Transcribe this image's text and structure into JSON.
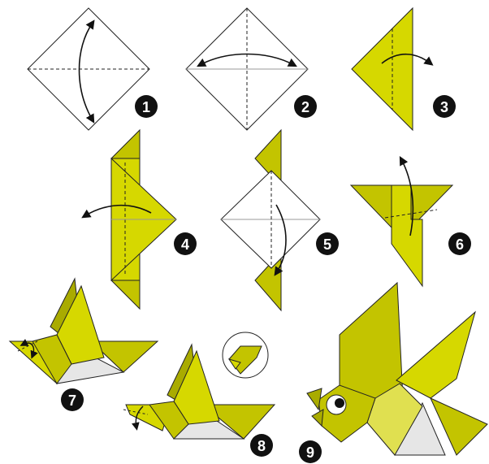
{
  "colors": {
    "paper_light": "#d6d800",
    "paper_mid": "#c3c400",
    "paper_dark": "#a9ab00",
    "paper_white": "#ffffff",
    "paper_grey": "#e6e6e6",
    "outline": "#222222",
    "badge": "#111111"
  },
  "steps": [
    {
      "number": "1"
    },
    {
      "number": "2"
    },
    {
      "number": "3"
    },
    {
      "number": "4"
    },
    {
      "number": "5"
    },
    {
      "number": "6"
    },
    {
      "number": "7"
    },
    {
      "number": "8"
    },
    {
      "number": "9"
    }
  ]
}
